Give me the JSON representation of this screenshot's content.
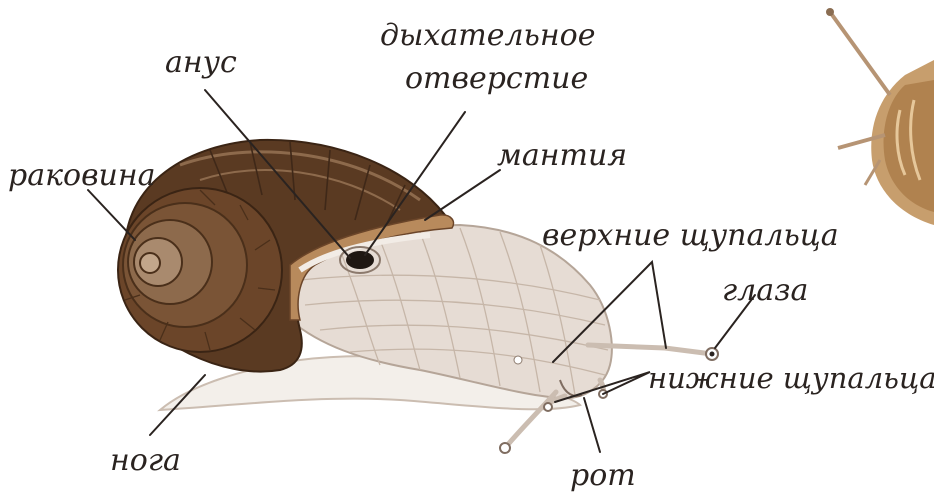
{
  "labels": {
    "anus": "анус",
    "breathing_hole_line1": "дыхательное",
    "breathing_hole_line2": "отверстие",
    "shell": "раковина",
    "mantle": "мантия",
    "upper_tentacles": "верхние щупальца",
    "eyes": "глаза",
    "lower_tentacles": "нижние щупальца",
    "foot": "нога",
    "mouth": "рот"
  },
  "colors": {
    "shell_dark": "#4a2f1a",
    "shell_mid": "#7a5436",
    "shell_light": "#a98a6e",
    "body": "#e6dcd4",
    "body_shade": "#cbbdb1",
    "foot": "#f3efea",
    "mantle_edge": "#b88a5c",
    "ink": "#2a2320"
  }
}
